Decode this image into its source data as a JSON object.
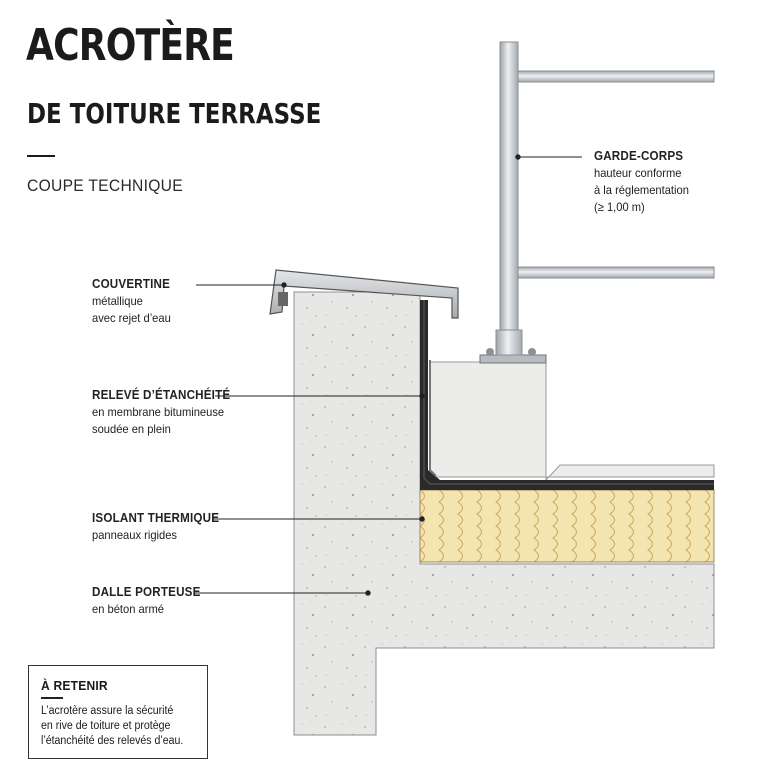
{
  "title": "ACROTÈRE",
  "subtitle": "DE TOITURE TERRASSE",
  "section_label": "COUPE TECHNIQUE",
  "callouts": {
    "couvertine": {
      "head": "COUVERTINE",
      "lines": [
        "métallique",
        "avec rejet d’eau"
      ]
    },
    "releve": {
      "head": "RELEVÉ D’ÉTANCHÉITÉ",
      "lines": [
        "en membrane bitumineuse",
        "soudée en plein"
      ]
    },
    "isolant": {
      "head": "ISOLANT THERMIQUE",
      "lines": [
        "panneaux rigides"
      ]
    },
    "dalle": {
      "head": "DALLE PORTEUSE",
      "lines": [
        "en béton armé"
      ]
    },
    "garde_corps": {
      "head": "GARDE-CORPS",
      "lines": [
        "hauteur conforme",
        "à la réglementation",
        "(≥ 1,00 m)"
      ]
    }
  },
  "retenir": {
    "title": "À RETENIR",
    "lines": [
      "L’acrotère assure la sécurité",
      "en rive de toiture et protège",
      "l’étanchéité des relevés d’eau."
    ]
  },
  "colors": {
    "ink": "#1b1b1b",
    "concrete": "#e6e6e4",
    "concrete_speckle": "#b9b9b6",
    "insulation": "#f3e3ae",
    "insulation_line": "#c9a75e",
    "membrane": "#262626",
    "metal": "#c8cacc",
    "railing": "#cfd2d5"
  }
}
